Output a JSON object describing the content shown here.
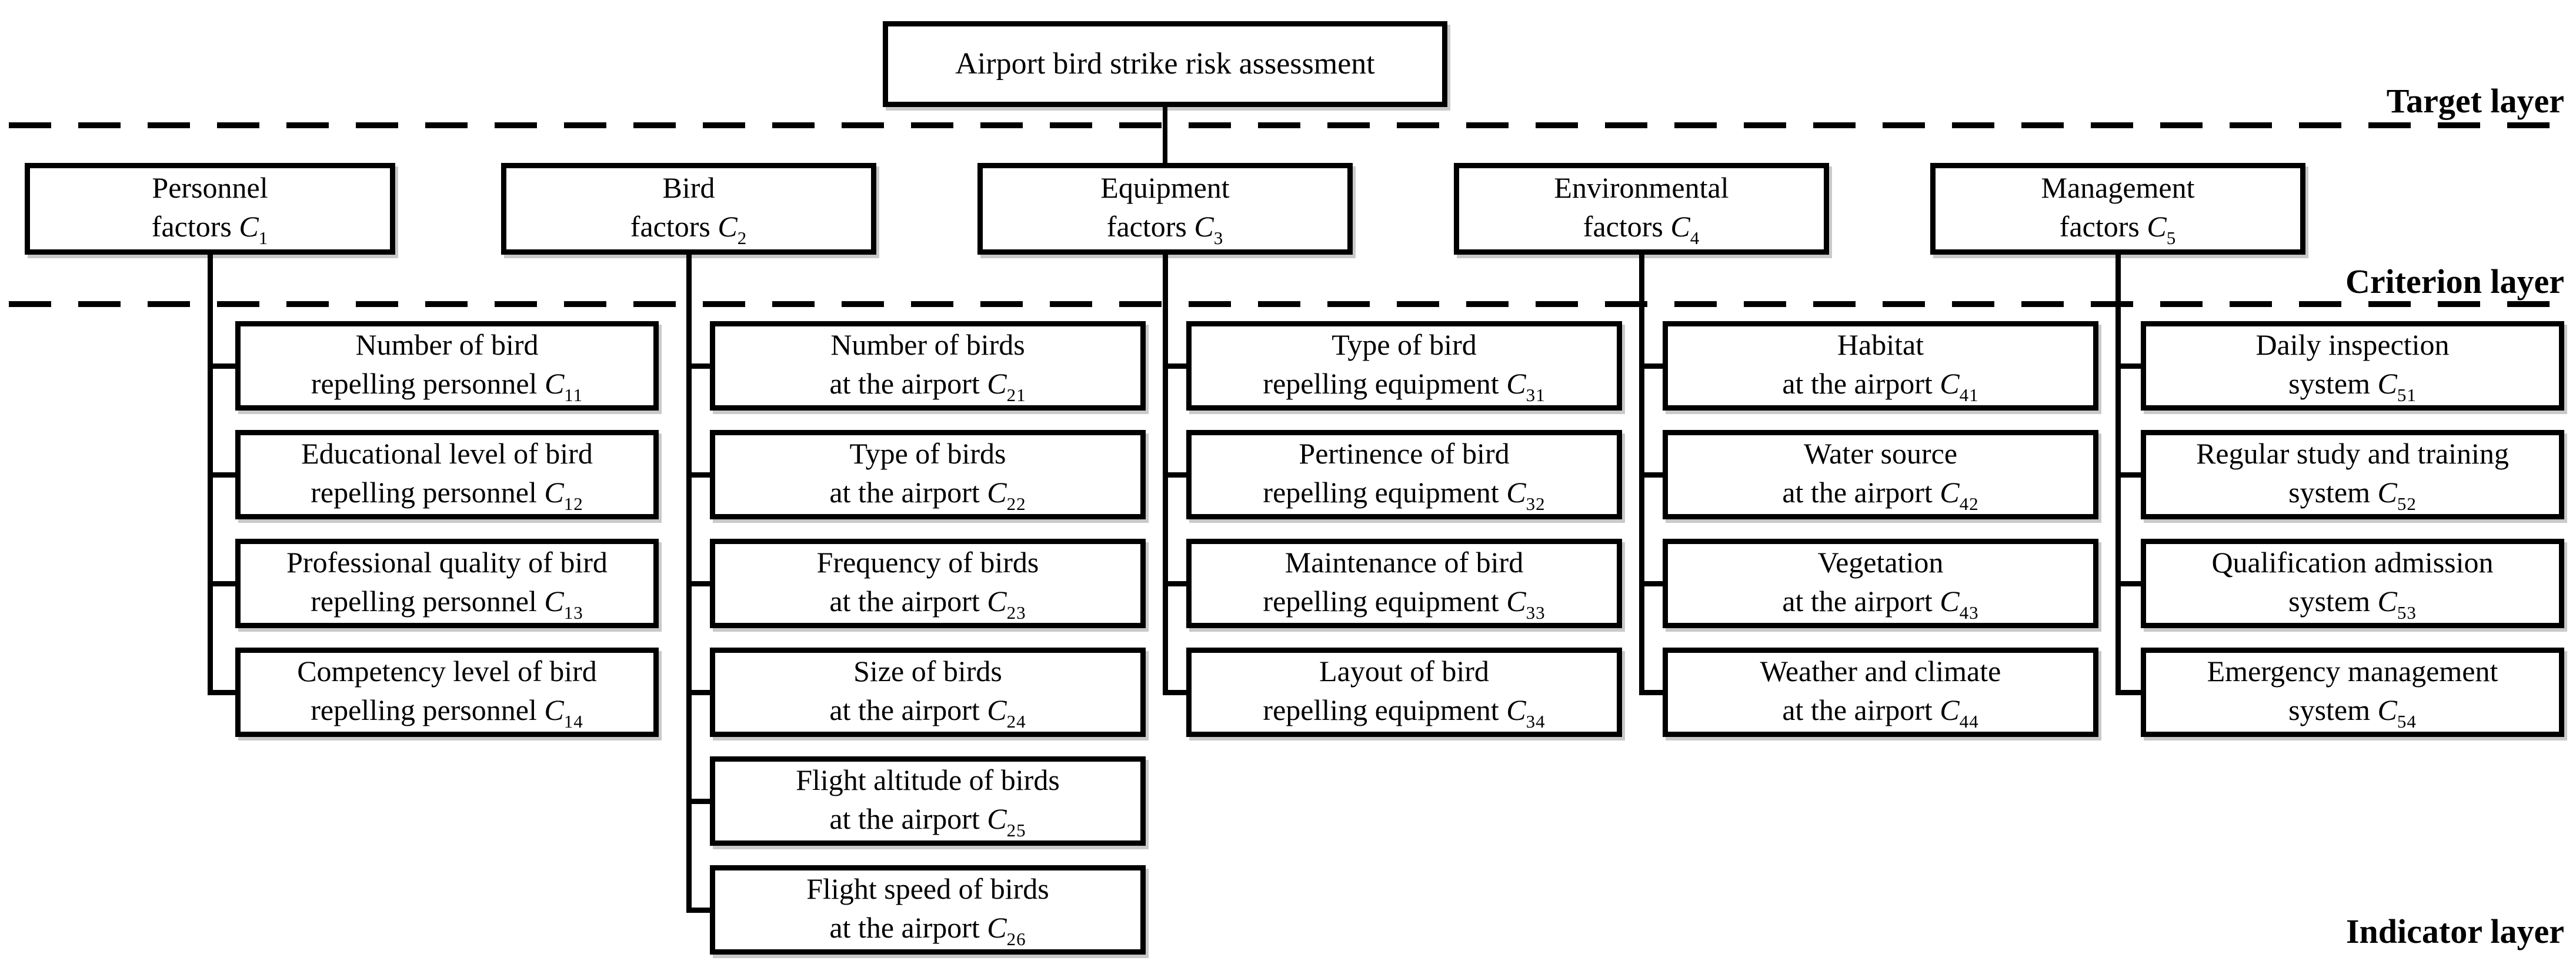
{
  "title": {
    "text": "Airport bird strike risk assessment"
  },
  "layers": {
    "target": "Target layer",
    "criterion": "Criterion layer",
    "indicator": "Indicator layer"
  },
  "colors": {
    "line": "#000000",
    "background": "#ffffff"
  },
  "columns": [
    {
      "criterion": {
        "line1": "Personnel",
        "line2": "factors",
        "sym": "C",
        "sub": "1"
      },
      "children": [
        {
          "line1": "Number of bird",
          "line2": "repelling personnel",
          "sym": "C",
          "sub": "11"
        },
        {
          "line1": "Educational level of bird",
          "line2": "repelling personnel",
          "sym": "C",
          "sub": "12"
        },
        {
          "line1": "Professional quality of bird",
          "line2": "repelling personnel",
          "sym": "C",
          "sub": "13"
        },
        {
          "line1": "Competency level of bird",
          "line2": "repelling personnel",
          "sym": "C",
          "sub": "14"
        }
      ]
    },
    {
      "criterion": {
        "line1": "Bird",
        "line2": "factors",
        "sym": "C",
        "sub": "2"
      },
      "children": [
        {
          "line1": "Number of birds",
          "line2": "at the airport",
          "sym": "C",
          "sub": "21"
        },
        {
          "line1": "Type of birds",
          "line2": "at the airport",
          "sym": "C",
          "sub": "22"
        },
        {
          "line1": "Frequency of birds",
          "line2": "at the airport",
          "sym": "C",
          "sub": "23"
        },
        {
          "line1": "Size of birds",
          "line2": "at the airport",
          "sym": "C",
          "sub": "24"
        },
        {
          "line1": "Flight altitude of birds",
          "line2": "at the airport",
          "sym": "C",
          "sub": "25"
        },
        {
          "line1": "Flight speed of birds",
          "line2": "at the airport",
          "sym": "C",
          "sub": "26"
        }
      ]
    },
    {
      "criterion": {
        "line1": "Equipment",
        "line2": "factors",
        "sym": "C",
        "sub": "3"
      },
      "children": [
        {
          "line1": "Type of bird",
          "line2": "repelling equipment",
          "sym": "C",
          "sub": "31"
        },
        {
          "line1": "Pertinence of bird",
          "line2": "repelling equipment",
          "sym": "C",
          "sub": "32"
        },
        {
          "line1": "Maintenance of bird",
          "line2": "repelling equipment",
          "sym": "C",
          "sub": "33"
        },
        {
          "line1": "Layout of bird",
          "line2": "repelling equipment",
          "sym": "C",
          "sub": "34"
        }
      ]
    },
    {
      "criterion": {
        "line1": "Environmental",
        "line2": "factors",
        "sym": "C",
        "sub": "4"
      },
      "children": [
        {
          "line1": "Habitat",
          "line2": "at the airport",
          "sym": "C",
          "sub": "41"
        },
        {
          "line1": "Water source",
          "line2": "at the airport",
          "sym": "C",
          "sub": "42"
        },
        {
          "line1": "Vegetation",
          "line2": "at the airport",
          "sym": "C",
          "sub": "43"
        },
        {
          "line1": "Weather and climate",
          "line2": "at the airport",
          "sym": "C",
          "sub": "44"
        }
      ]
    },
    {
      "criterion": {
        "line1": "Management",
        "line2": "factors",
        "sym": "C",
        "sub": "5"
      },
      "children": [
        {
          "line1": "Daily inspection",
          "line2": "system",
          "sym": "C",
          "sub": "51"
        },
        {
          "line1": "Regular study and training",
          "line2": "system",
          "sym": "C",
          "sub": "52"
        },
        {
          "line1": "Qualification admission",
          "line2": "system",
          "sym": "C",
          "sub": "53"
        },
        {
          "line1": "Emergency management",
          "line2": "system",
          "sym": "C",
          "sub": "54"
        }
      ]
    }
  ]
}
